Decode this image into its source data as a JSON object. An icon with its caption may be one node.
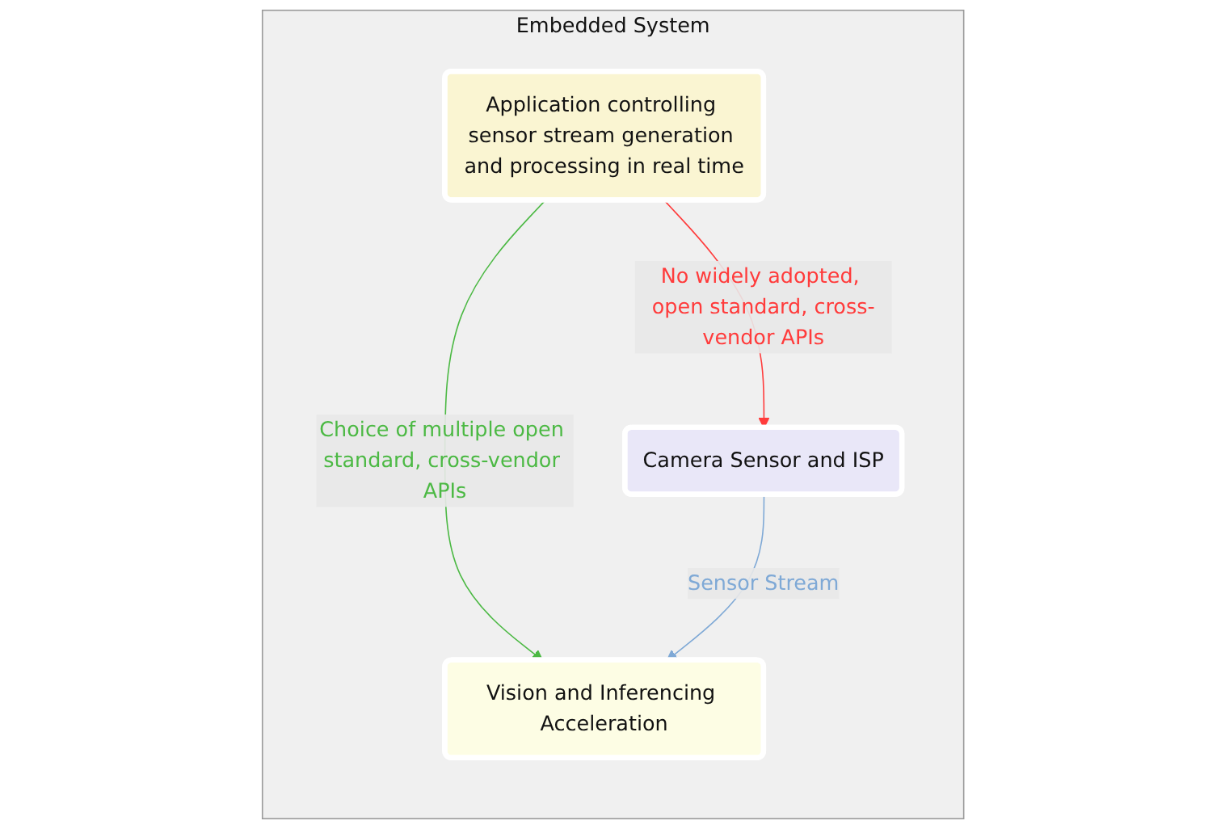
{
  "diagram": {
    "nodes": [
      {
        "text": [
          "Embedded System"
        ]
      },
      {
        "text": [
          "Application controlling sensor stream generation and processing in real time"
        ],
        "in": 0
      },
      {
        "text": [
          "Camera Sensor and ISP"
        ],
        "in": 0
      },
      {
        "text": [
          "Vision and Inferencing Acceleration"
        ],
        "in": 0
      }
    ],
    "edges": [
      {
        "from": 1,
        "to": 2,
        "arrow": "to",
        "label": "No widely adopted, open standard, cross-vendor APIs",
        "color": "#ff3b3b"
      },
      {
        "from": 1,
        "to": 3,
        "arrow": "to",
        "label": "Choice of multiple open standard, cross-vendor APIs",
        "color": "#4cb944"
      },
      {
        "from": 2,
        "to": 3,
        "arrow": "to",
        "label": "Sensor Stream",
        "color": "#7fa9d6"
      }
    ]
  }
}
